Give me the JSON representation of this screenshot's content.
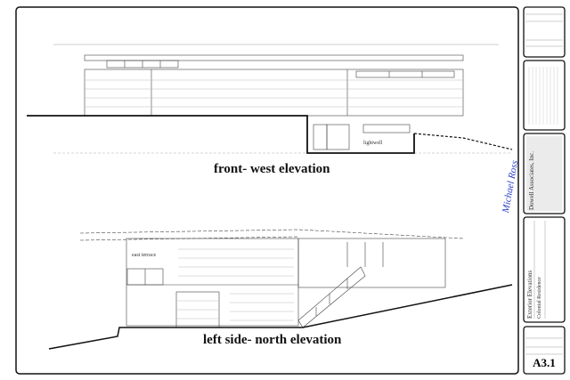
{
  "drawing": {
    "front_title": "front- west elevation",
    "north_title": "left side- north elevation",
    "lightwell_label": "lightwell",
    "terrace_label": "east terrace"
  },
  "title_block": {
    "firm": "Dowell Associates, Inc.",
    "sheet_title": "Exterior Elevations",
    "project": "Colonial Residence",
    "sheet_number": "A3.1",
    "signature": "Michael Ross"
  }
}
